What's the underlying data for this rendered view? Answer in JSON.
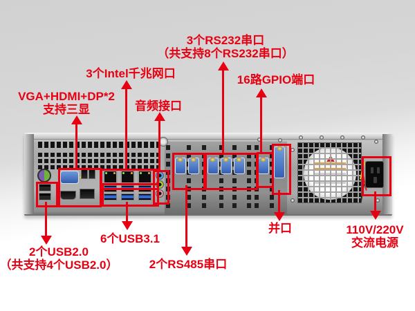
{
  "colors": {
    "accent": "#e60012"
  },
  "labels": {
    "vga": {
      "line1": "VGA+HDMI+DP*2",
      "line2": "支持三显"
    },
    "lan": {
      "line1": "3个Intel千兆网口"
    },
    "audio": {
      "line1": "音频接口"
    },
    "rs232": {
      "line1": "3个RS232串口",
      "line2": "（共支持8个RS232串口）"
    },
    "gpio": {
      "line1": "16路GPIO端口"
    },
    "usb2": {
      "line1": "2个USB2.0",
      "line2": "（共支持4个USB2.0）"
    },
    "usb3": {
      "line1": "6个USB3.1"
    },
    "rs485": {
      "line1": "2个RS485串口"
    },
    "parallel": {
      "line1": "并口"
    },
    "power": {
      "line1": "110V/220V",
      "line2": "交流电源"
    }
  }
}
